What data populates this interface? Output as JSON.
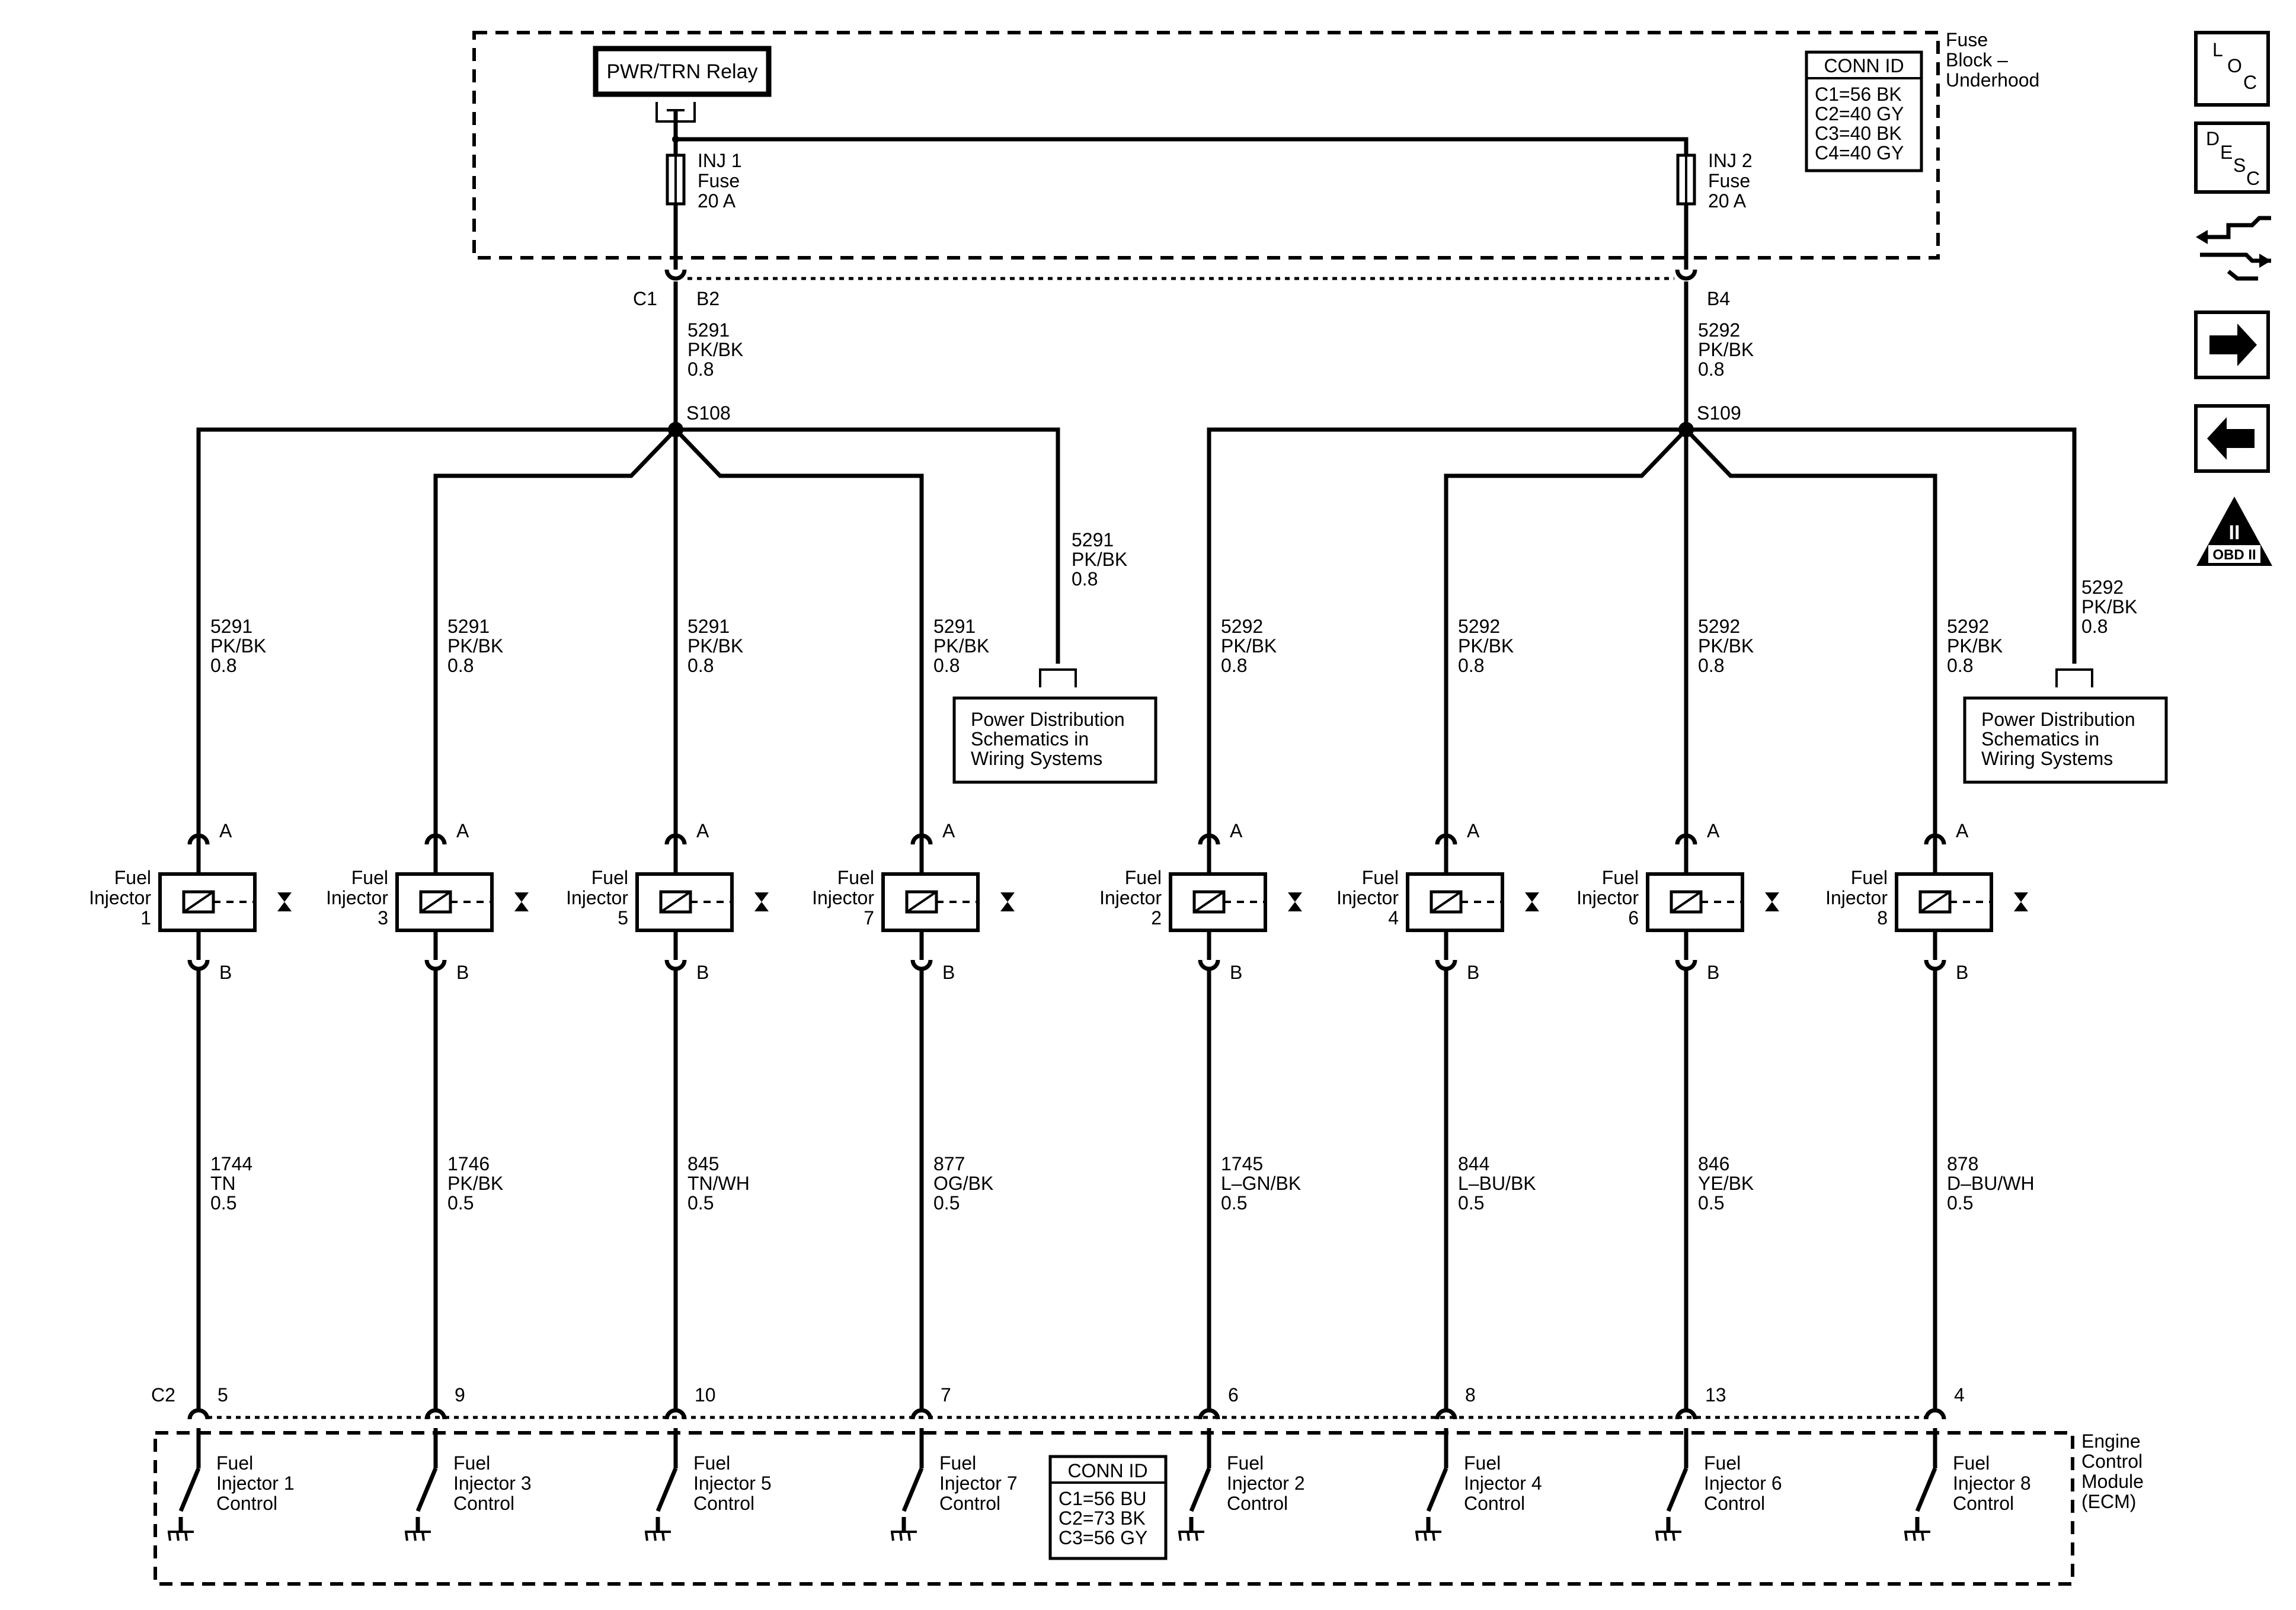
{
  "fuse_block": {
    "label": [
      "Fuse",
      "Block –",
      "Underhood"
    ],
    "relay": "PWR/TRN Relay",
    "conn_id": {
      "title": "CONN ID",
      "rows": [
        "C1=56 BK",
        "C2=40 GY",
        "C3=40 BK",
        "C4=40 GY"
      ]
    },
    "fuses": [
      {
        "lines": [
          "INJ 1",
          "Fuse",
          "20 A"
        ]
      },
      {
        "lines": [
          "INJ 2",
          "Fuse",
          "20 A"
        ]
      }
    ]
  },
  "connectors": {
    "fuse_block": "C1",
    "left_pin": "B2",
    "right_pin": "B4",
    "ecm": "C2"
  },
  "feeds": [
    {
      "circuit": "5291",
      "color": "PK/BK",
      "size": "0.8"
    },
    {
      "circuit": "5292",
      "color": "PK/BK",
      "size": "0.8"
    }
  ],
  "splices": [
    "S108",
    "S109"
  ],
  "power_distribution": [
    "Power Distribution",
    "Schematics in",
    "Wiring Systems"
  ],
  "injectors": [
    {
      "num": "1",
      "in": {
        "circuit": "5291",
        "color": "PK/BK",
        "size": "0.8"
      },
      "out": {
        "circuit": "1744",
        "color": "TN",
        "size": "0.5"
      },
      "ecm_pin": "5",
      "control": [
        "Fuel",
        "Injector 1",
        "Control"
      ]
    },
    {
      "num": "3",
      "in": {
        "circuit": "5291",
        "color": "PK/BK",
        "size": "0.8"
      },
      "out": {
        "circuit": "1746",
        "color": "PK/BK",
        "size": "0.5"
      },
      "ecm_pin": "9",
      "control": [
        "Fuel",
        "Injector 3",
        "Control"
      ]
    },
    {
      "num": "5",
      "in": {
        "circuit": "5291",
        "color": "PK/BK",
        "size": "0.8"
      },
      "out": {
        "circuit": "845",
        "color": "TN/WH",
        "size": "0.5"
      },
      "ecm_pin": "10",
      "control": [
        "Fuel",
        "Injector 5",
        "Control"
      ]
    },
    {
      "num": "7",
      "in": {
        "circuit": "5291",
        "color": "PK/BK",
        "size": "0.8"
      },
      "out": {
        "circuit": "877",
        "color": "OG/BK",
        "size": "0.5"
      },
      "ecm_pin": "7",
      "control": [
        "Fuel",
        "Injector 7",
        "Control"
      ]
    },
    {
      "num": "2",
      "in": {
        "circuit": "5292",
        "color": "PK/BK",
        "size": "0.8"
      },
      "out": {
        "circuit": "1745",
        "color": "L–GN/BK",
        "size": "0.5"
      },
      "ecm_pin": "6",
      "control": [
        "Fuel",
        "Injector 2",
        "Control"
      ]
    },
    {
      "num": "4",
      "in": {
        "circuit": "5292",
        "color": "PK/BK",
        "size": "0.8"
      },
      "out": {
        "circuit": "844",
        "color": "L–BU/BK",
        "size": "0.5"
      },
      "ecm_pin": "8",
      "control": [
        "Fuel",
        "Injector 4",
        "Control"
      ]
    },
    {
      "num": "6",
      "in": {
        "circuit": "5292",
        "color": "PK/BK",
        "size": "0.8"
      },
      "out": {
        "circuit": "846",
        "color": "YE/BK",
        "size": "0.5"
      },
      "ecm_pin": "13",
      "control": [
        "Fuel",
        "Injector 6",
        "Control"
      ]
    },
    {
      "num": "8",
      "in": {
        "circuit": "5292",
        "color": "PK/BK",
        "size": "0.8"
      },
      "out": {
        "circuit": "878",
        "color": "D–BU/WH",
        "size": "0.5"
      },
      "ecm_pin": "4",
      "control": [
        "Fuel",
        "Injector 8",
        "Control"
      ]
    }
  ],
  "injector_label": [
    "Fuel",
    "Injector"
  ],
  "pin_a": "A",
  "pin_b": "B",
  "ecm": {
    "label": [
      "Engine",
      "Control",
      "Module",
      "(ECM)"
    ],
    "conn_id": {
      "title": "CONN ID",
      "rows": [
        "C1=56 BU",
        "C2=73 BK",
        "C3=56 GY"
      ]
    }
  },
  "nav": {
    "loc": [
      "L",
      "O",
      "C"
    ],
    "desc": [
      "D",
      "E",
      "S",
      "C"
    ],
    "obd": [
      "II",
      "OBD II"
    ],
    "icons": [
      "location-icon",
      "description-icon",
      "connector-icon",
      "next-arrow-icon",
      "previous-arrow-icon",
      "obd-ii-icon"
    ]
  }
}
